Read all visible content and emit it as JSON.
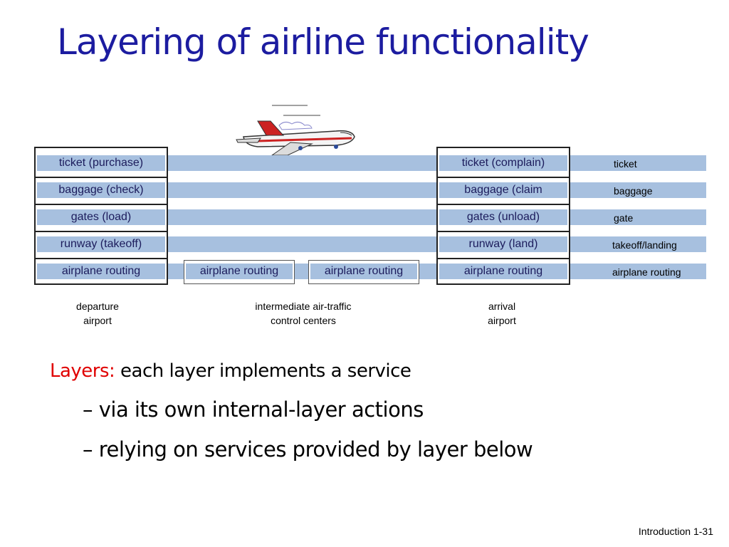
{
  "slide": {
    "title": "Layering of airline functionality",
    "footer": "Introduction 1-31"
  },
  "diagram": {
    "departure_stack": [
      "ticket (purchase)",
      "baggage (check)",
      "gates (load)",
      "runway (takeoff)",
      "airplane routing"
    ],
    "intermediate_boxes": [
      "airplane routing",
      "airplane routing"
    ],
    "arrival_stack": [
      "ticket (complain)",
      "baggage (claim",
      "gates (unload)",
      "runway (land)",
      "airplane routing"
    ],
    "layer_labels": [
      "ticket",
      "baggage",
      "gate",
      "takeoff/landing",
      "airplane routing"
    ],
    "captions": {
      "departure": [
        "departure",
        "airport"
      ],
      "intermediate": [
        "intermediate air-traffic",
        "control centers"
      ],
      "arrival": [
        "arrival",
        "airport"
      ]
    },
    "colors": {
      "layer_fill": "#a7c0df",
      "title": "#1c1ca0",
      "keyword": "#e00000"
    }
  },
  "body": {
    "layers_keyword": "Layers:",
    "layers_text": " each layer implements a service",
    "bullets": [
      "– via its own internal-layer actions",
      "– relying on services provided by layer below"
    ]
  }
}
